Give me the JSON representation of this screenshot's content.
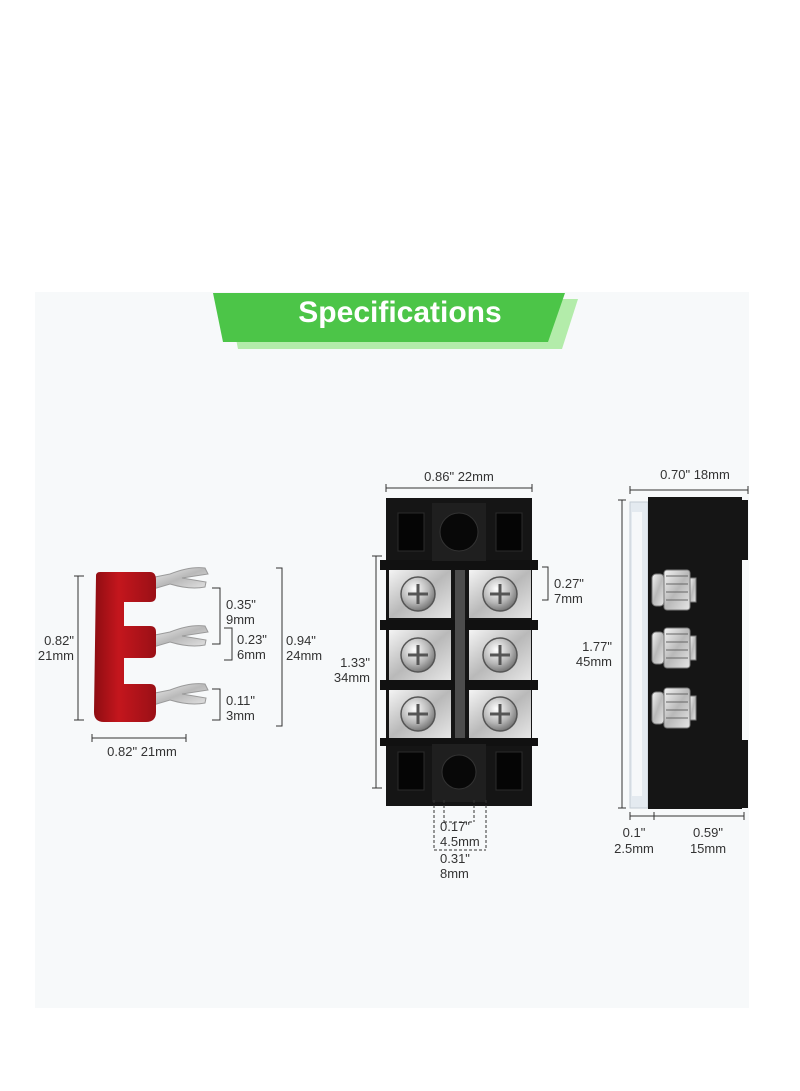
{
  "banner": {
    "title": "Specifications"
  },
  "jumper": {
    "height": [
      "0.82\"",
      "21mm"
    ],
    "width": "0.82\" 21mm",
    "fork_spacing": [
      "0.35\"",
      "9mm"
    ],
    "fork_opening": [
      "0.23\"",
      "6mm"
    ],
    "fork_slot": [
      "0.11\"",
      "3mm"
    ],
    "overall_height": [
      "0.94\"",
      "24mm"
    ]
  },
  "block_front": {
    "width": "0.86\" 22mm",
    "terminal_pitch": [
      "0.27\"",
      "7mm"
    ],
    "terminal_span": [
      "1.33\"",
      "34mm"
    ],
    "hole_inner": [
      "0.17\"",
      "4.5mm"
    ],
    "hole_outer": [
      "0.31\"",
      "8mm"
    ]
  },
  "block_side": {
    "width": "0.70\" 18mm",
    "height": [
      "1.77\"",
      "45mm"
    ],
    "cover_thickness": [
      "0.1\"",
      "2.5mm"
    ],
    "base_depth": [
      "0.59\"",
      "15mm"
    ]
  },
  "colors": {
    "banner_green": "#4cc548",
    "banner_shadow": "#a7e89a",
    "jumper_red": "#b5141b",
    "block_black": "#151515"
  }
}
